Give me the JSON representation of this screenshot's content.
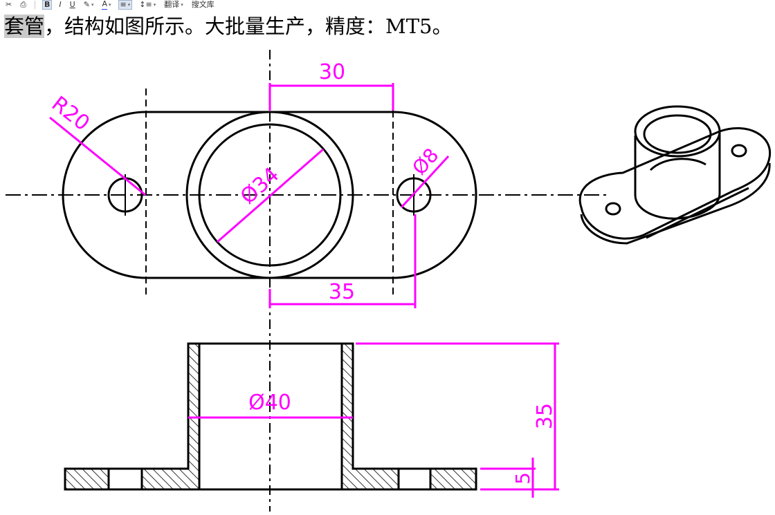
{
  "toolbar": {
    "items": [
      {
        "name": "cut-icon",
        "glyph": "✂"
      },
      {
        "name": "format-painter-icon",
        "glyph": "🖌"
      },
      {
        "name": "bold-icon",
        "glyph": "B"
      },
      {
        "name": "italic-icon",
        "glyph": "I"
      },
      {
        "name": "underline-icon",
        "glyph": "U"
      },
      {
        "name": "highlight-icon",
        "glyph": "✎"
      },
      {
        "name": "font-color-icon",
        "glyph": "A"
      },
      {
        "name": "align-icon",
        "glyph": "≡"
      },
      {
        "name": "line-spacing-icon",
        "glyph": "↕"
      }
    ],
    "translate_label": "翻译",
    "search_label": "搜文库"
  },
  "caption": {
    "highlighted": "套管",
    "rest": "，结构如图所示。大批量生产，精度：MT5。"
  },
  "drawing": {
    "line_color": "#000000",
    "dimension_color": "#ff00ff",
    "dimensions": {
      "top_width": "30",
      "outer_radius": "R20",
      "bore_diameter": "Ø34",
      "hole_diameter": "Ø8",
      "hole_spacing": "35",
      "tube_diameter": "Ø40",
      "height": "35",
      "flange_thickness": "5"
    }
  }
}
